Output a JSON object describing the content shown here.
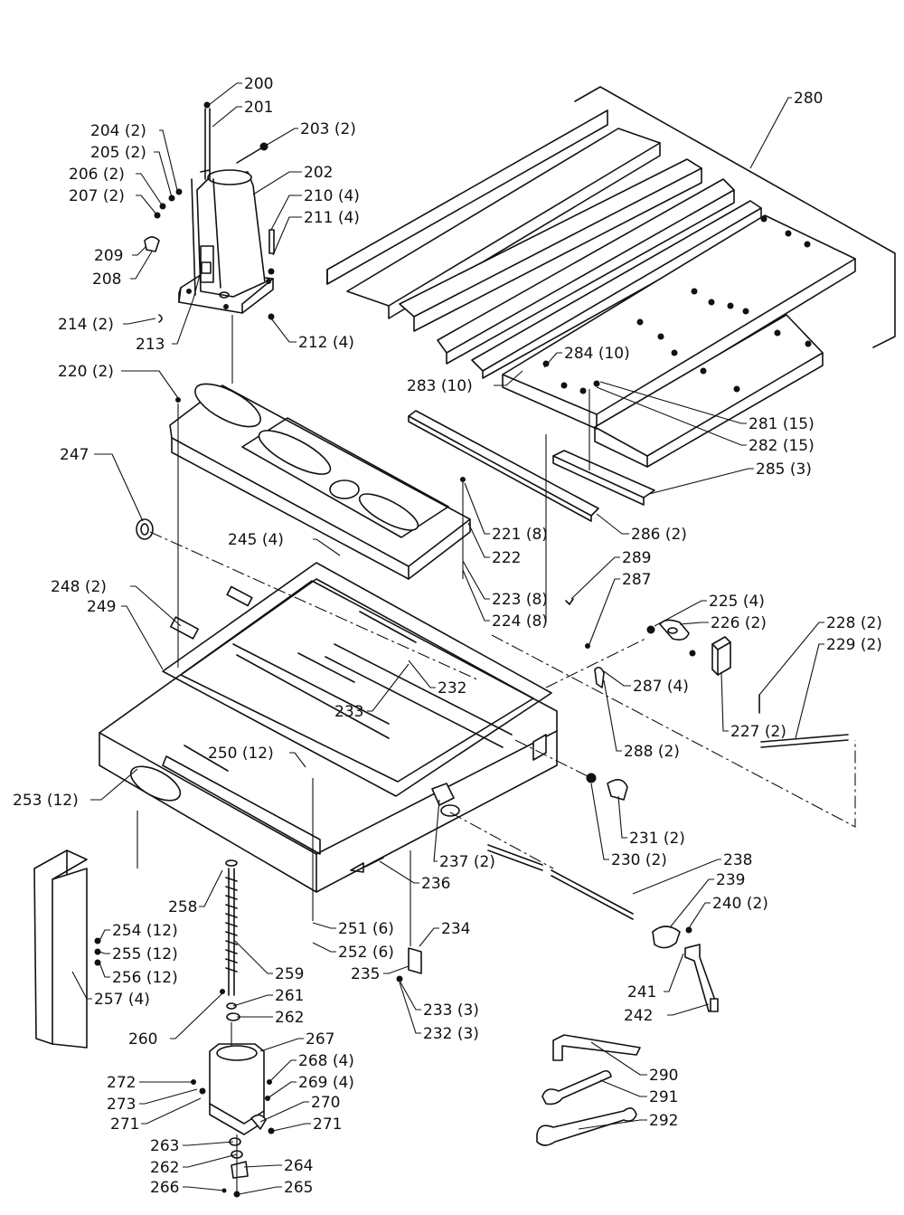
{
  "callouts": [
    {
      "id": "c200",
      "label": "200"
    },
    {
      "id": "c201",
      "label": "201"
    },
    {
      "id": "c203",
      "label": "203 (2)"
    },
    {
      "id": "c204",
      "label": "204 (2)"
    },
    {
      "id": "c205",
      "label": "205 (2)"
    },
    {
      "id": "c206",
      "label": "206 (2)"
    },
    {
      "id": "c207",
      "label": "207 (2)"
    },
    {
      "id": "c202",
      "label": "202"
    },
    {
      "id": "c210",
      "label": "210 (4)"
    },
    {
      "id": "c211",
      "label": "211 (4)"
    },
    {
      "id": "c209",
      "label": "209"
    },
    {
      "id": "c208",
      "label": "208"
    },
    {
      "id": "c214",
      "label": "214 (2)"
    },
    {
      "id": "c213",
      "label": "213"
    },
    {
      "id": "c212",
      "label": "212 (4)"
    },
    {
      "id": "c220",
      "label": "220 (2)"
    },
    {
      "id": "c280",
      "label": "280"
    },
    {
      "id": "c284",
      "label": "284 (10)"
    },
    {
      "id": "c283",
      "label": "283 (10)"
    },
    {
      "id": "c281",
      "label": "281 (15)"
    },
    {
      "id": "c282",
      "label": "282 (15)"
    },
    {
      "id": "c285",
      "label": "285 (3)"
    },
    {
      "id": "c247",
      "label": "247"
    },
    {
      "id": "c221",
      "label": "221 (8)"
    },
    {
      "id": "c286",
      "label": "286 (2)"
    },
    {
      "id": "c222",
      "label": "222"
    },
    {
      "id": "c245",
      "label": "245 (4)"
    },
    {
      "id": "c289",
      "label": "289"
    },
    {
      "id": "c287a",
      "label": "287"
    },
    {
      "id": "c248",
      "label": "248 (2)"
    },
    {
      "id": "c223",
      "label": "223 (8)"
    },
    {
      "id": "c249",
      "label": "249"
    },
    {
      "id": "c224",
      "label": "224 (8)"
    },
    {
      "id": "c225",
      "label": "225 (4)"
    },
    {
      "id": "c226",
      "label": "226 (2)"
    },
    {
      "id": "c228",
      "label": "228 (2)"
    },
    {
      "id": "c229",
      "label": "229 (2)"
    },
    {
      "id": "c232a",
      "label": "232"
    },
    {
      "id": "c287b",
      "label": "287 (4)"
    },
    {
      "id": "c233a",
      "label": "233"
    },
    {
      "id": "c227",
      "label": "227 (2)"
    },
    {
      "id": "c250",
      "label": "250 (12)"
    },
    {
      "id": "c288",
      "label": "288 (2)"
    },
    {
      "id": "c253",
      "label": "253 (12)"
    },
    {
      "id": "c231",
      "label": "231 (2)"
    },
    {
      "id": "c230",
      "label": "230 (2)"
    },
    {
      "id": "c237",
      "label": "237 (2)"
    },
    {
      "id": "c238",
      "label": "238"
    },
    {
      "id": "c236",
      "label": "236"
    },
    {
      "id": "c239",
      "label": "239"
    },
    {
      "id": "c258",
      "label": "258"
    },
    {
      "id": "c240",
      "label": "240 (2)"
    },
    {
      "id": "c234",
      "label": "234"
    },
    {
      "id": "c251",
      "label": "251 (6)"
    },
    {
      "id": "c254",
      "label": "254 (12)"
    },
    {
      "id": "c252",
      "label": "252 (6)"
    },
    {
      "id": "c255",
      "label": "255 (12)"
    },
    {
      "id": "c241",
      "label": "241"
    },
    {
      "id": "c256",
      "label": "256 (12)"
    },
    {
      "id": "c259",
      "label": "259"
    },
    {
      "id": "c235",
      "label": "235"
    },
    {
      "id": "c257",
      "label": "257 (4)"
    },
    {
      "id": "c242",
      "label": "242"
    },
    {
      "id": "c261",
      "label": "261"
    },
    {
      "id": "c233b",
      "label": "233 (3)"
    },
    {
      "id": "c262a",
      "label": "262"
    },
    {
      "id": "c232b",
      "label": "232 (3)"
    },
    {
      "id": "c260",
      "label": "260"
    },
    {
      "id": "c267",
      "label": "267"
    },
    {
      "id": "c268",
      "label": "268 (4)"
    },
    {
      "id": "c290",
      "label": "290"
    },
    {
      "id": "c272",
      "label": "272"
    },
    {
      "id": "c269",
      "label": "269 (4)"
    },
    {
      "id": "c273",
      "label": "273"
    },
    {
      "id": "c291",
      "label": "291"
    },
    {
      "id": "c270",
      "label": "270"
    },
    {
      "id": "c271a",
      "label": "271"
    },
    {
      "id": "c271b",
      "label": "271"
    },
    {
      "id": "c292",
      "label": "292"
    },
    {
      "id": "c263",
      "label": "263"
    },
    {
      "id": "c262b",
      "label": "262"
    },
    {
      "id": "c264",
      "label": "264"
    },
    {
      "id": "c266",
      "label": "266"
    },
    {
      "id": "c265",
      "label": "265"
    }
  ]
}
